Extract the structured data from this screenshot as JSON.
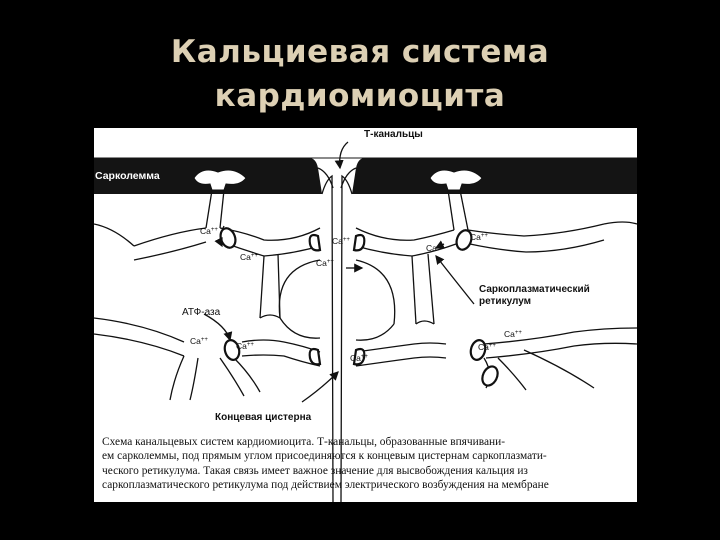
{
  "title": {
    "line1": "Кальциевая система",
    "line2": "кардиомиоцита"
  },
  "diagram": {
    "labels": {
      "t_tubules": "Т-канальцы",
      "sarcolemma": "Сарколемма",
      "sr_line1": "Саркоплазматический",
      "sr_line2": "ретикулум",
      "atpase": "АТФ-аза",
      "terminal_cistern": "Концевая цистерна"
    },
    "ion": "Ca",
    "charge": "++"
  },
  "caption": {
    "lead": "Схема канальцевых систем кардиомиоцита.",
    "line1_rest": " Т-канальцы, образованные впячивани-",
    "line2": "ем сарколеммы, под прямым углом присоединяются к концевым цистернам саркоплазмати-",
    "line3": "ческого ретикулума. Такая связь имеет важное значение для высвобождения кальция из",
    "line4": "саркоплазматического ретикулума под действием электрического возбуждения на мембране"
  }
}
